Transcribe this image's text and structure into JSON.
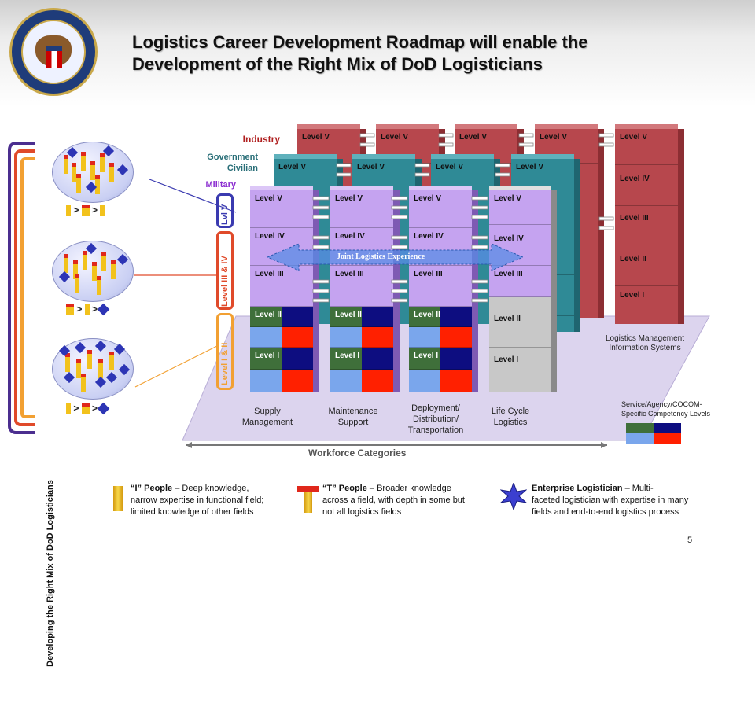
{
  "header": {
    "title_line1": "Logistics Career Development Roadmap will enable the",
    "title_line2": "Development of the Right Mix of DoD Logisticians"
  },
  "left": {
    "vertical_label": "Developing the Right Mix of DoD Logisticians"
  },
  "tiers": {
    "industry": "Industry",
    "government_civilian_1": "Government",
    "government_civilian_2": "Civilian",
    "military": "Military"
  },
  "levels": {
    "top": "Lvl V",
    "middle": "Level III & IV",
    "bottom": "Level I & II"
  },
  "cell_labels": {
    "v": "Level V",
    "iv": "Level IV",
    "iii": "Level III",
    "ii": "Level II",
    "i": "Level I"
  },
  "categories": {
    "supply_1": "Supply",
    "supply_2": "Management",
    "maint_1": "Maintenance",
    "maint_2": "Support",
    "deploy_1": "Deployment/",
    "deploy_2": "Distribution/",
    "deploy_3": "Transportation",
    "life_1": "Life Cycle",
    "life_2": "Logistics",
    "lmis_1": "Logistics Management",
    "lmis_2": "Information Systems"
  },
  "joint_experience": "Joint Logistics Experience",
  "workforce_categories": "Workforce Categories",
  "service_levels": {
    "line1": "Service/Agency/COCOM-",
    "line2": "Specific Competency Levels"
  },
  "legend": {
    "i_title": "“I” People",
    "i_desc1": " – Deep knowledge,",
    "i_desc2": "narrow expertise in functional field;",
    "i_desc3": "limited knowledge of other fields",
    "t_title": "“T” People",
    "t_desc1": " – Broader knowledge",
    "t_desc2": "across a field, with depth in some but",
    "t_desc3": "not all logistics fields",
    "e_title": "Enterprise Logistician",
    "e_desc1": " – Multi-",
    "e_desc2": "faceted logistician with expertise in many",
    "e_desc3": "fields and end-to-end logistics process"
  },
  "page_number": "5",
  "colors": {
    "industry": "#b7474d",
    "government": "#2f8a96",
    "military_upper": "#c5a3f0",
    "navy": "#0d0d80",
    "red": "#ff2000",
    "light_blue": "#7aa6ec",
    "gray": "#c8c8c8"
  }
}
